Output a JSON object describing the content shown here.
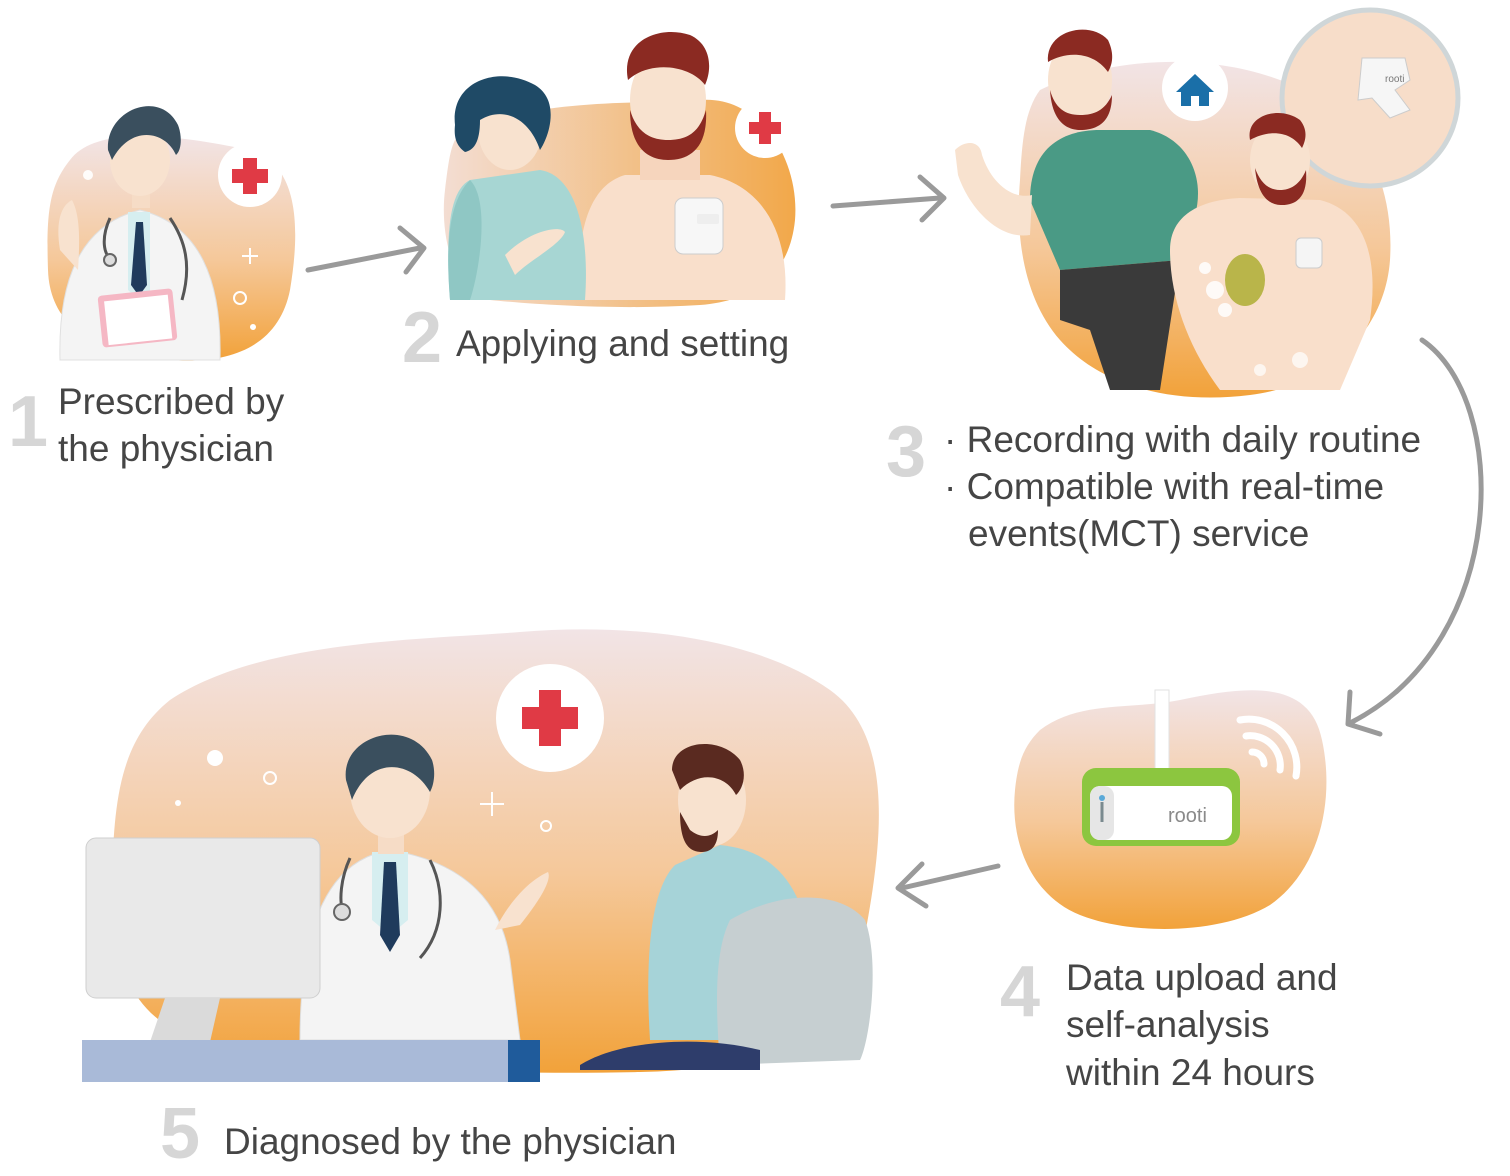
{
  "steps": [
    {
      "number": "1",
      "lines": [
        "Prescribed by",
        "the physician"
      ]
    },
    {
      "number": "2",
      "lines": [
        "Applying and setting"
      ]
    },
    {
      "number": "3",
      "lines": [
        "· Recording with daily routine",
        "· Compatible with real-time",
        "events(MCT) service"
      ]
    },
    {
      "number": "4",
      "lines": [
        "Data upload and",
        "self-analysis",
        "within 24 hours"
      ]
    },
    {
      "number": "5",
      "lines": [
        "Diagnosed by the physician"
      ]
    }
  ],
  "device_brand": "rooti",
  "colors": {
    "accent_orange": "#f2a23a",
    "blush": "#f1e3e3",
    "red_cross": "#e03a45",
    "arrow_gray": "#9a9a9a",
    "device_green": "#8cc63f"
  }
}
